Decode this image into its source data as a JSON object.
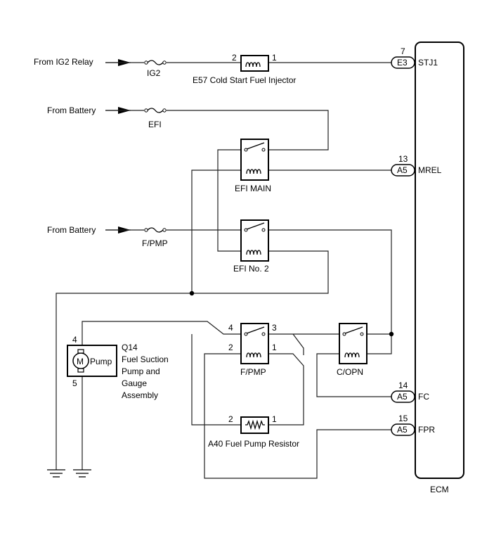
{
  "sources": {
    "ig2_relay": "From IG2 Relay",
    "battery_1": "From Battery",
    "battery_2": "From Battery"
  },
  "fuses": {
    "ig2": "IG2",
    "efi": "EFI",
    "fpmp": "F/PMP"
  },
  "components": {
    "cold_start_injector": {
      "label": "E57 Cold Start Fuel Injector",
      "pin_left": "2",
      "pin_right": "1"
    },
    "efi_main_relay": "EFI MAIN",
    "efi_no2_relay": "EFI No. 2",
    "fpmp_relay": {
      "label": "F/PMP",
      "pin_4": "4",
      "pin_3": "3",
      "pin_2": "2",
      "pin_1": "1"
    },
    "copn_relay": "C/OPN",
    "fuel_pump_resistor": {
      "label": "A40 Fuel Pump Resistor",
      "pin_left": "2",
      "pin_right": "1"
    },
    "fuel_pump": {
      "id": "Q14",
      "motor_symbol": "M",
      "motor_label": "Pump",
      "desc_lines": [
        "Fuel Suction",
        "Pump and",
        "Gauge",
        "Assembly"
      ],
      "pin_top": "4",
      "pin_bottom": "5"
    }
  },
  "ecm": {
    "label": "ECM",
    "terminals": [
      {
        "pin": "7",
        "connector": "E3",
        "name": "STJ1"
      },
      {
        "pin": "13",
        "connector": "A5",
        "name": "MREL"
      },
      {
        "pin": "14",
        "connector": "A5",
        "name": "FC"
      },
      {
        "pin": "15",
        "connector": "A5",
        "name": "FPR"
      }
    ]
  }
}
